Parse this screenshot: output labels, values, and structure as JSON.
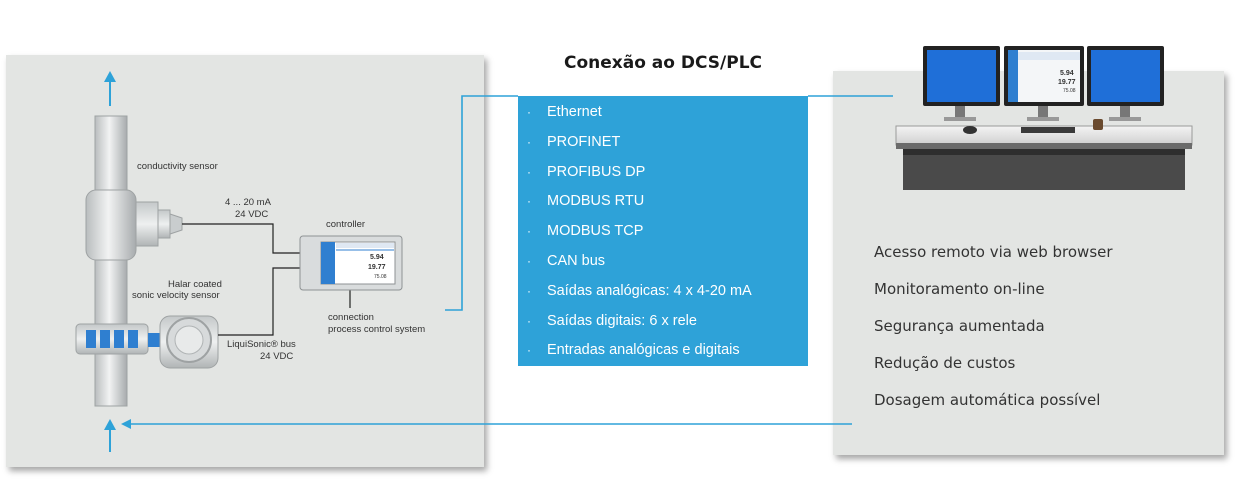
{
  "title": "Conexão ao DCS/PLC",
  "protocols": [
    "Ethernet",
    "PROFINET",
    "PROFIBUS DP",
    "MODBUS RTU",
    "MODBUS TCP",
    "CAN bus",
    "Saídas analógicas: 4 x 4-20 mA",
    "Saídas digitais: 6 x rele",
    "Entradas analógicas e digitais"
  ],
  "bullet": "·",
  "benefits": [
    "Acesso remoto via web browser",
    "Monitoramento on-line",
    "Segurança aumentada",
    "Redução de custos",
    "Dosagem automática possível"
  ],
  "diagram_labels": {
    "conductivity_sensor": "conductivity sensor",
    "current_range": "4 ... 20 mA",
    "supply_24vdc_top": "24 VDC",
    "controller": "controller",
    "halar_line1": "Halar coated",
    "halar_line2": "sonic velocity sensor",
    "connection_line1": "connection",
    "connection_line2": "process control system",
    "liquisonic_bus": "LiquiSonic® bus",
    "supply_24vdc_bottom": "24 VDC"
  },
  "controller_screen": {
    "reading_1": "5.94",
    "reading_2": "19.77",
    "reading_3": "75.08"
  },
  "monitor_screen": {
    "reading_1": "5.94",
    "reading_2": "19.77",
    "reading_3": "75.08"
  },
  "colors": {
    "accent_blue": "#2ea2d8",
    "panel_gray": "#e3e5e3",
    "connector_blue": "#2ea2d8"
  },
  "icons": [
    "arrow-up-icon",
    "arrow-left-icon",
    "pipe-icon",
    "conductivity-sensor-icon",
    "sonic-velocity-sensor-icon",
    "controller-device-icon",
    "control-workstation-icon"
  ]
}
